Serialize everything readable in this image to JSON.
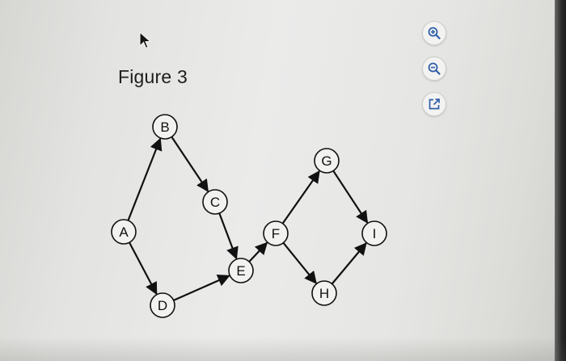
{
  "figure": {
    "title": "Figure 3",
    "nodes": [
      {
        "id": "A",
        "label": "A"
      },
      {
        "id": "B",
        "label": "B"
      },
      {
        "id": "C",
        "label": "C"
      },
      {
        "id": "D",
        "label": "D"
      },
      {
        "id": "E",
        "label": "E"
      },
      {
        "id": "F",
        "label": "F"
      },
      {
        "id": "G",
        "label": "G"
      },
      {
        "id": "H",
        "label": "H"
      },
      {
        "id": "I",
        "label": "I"
      }
    ],
    "edges": [
      {
        "from": "A",
        "to": "B"
      },
      {
        "from": "B",
        "to": "C"
      },
      {
        "from": "A",
        "to": "D"
      },
      {
        "from": "C",
        "to": "E"
      },
      {
        "from": "D",
        "to": "E"
      },
      {
        "from": "E",
        "to": "F"
      },
      {
        "from": "F",
        "to": "G"
      },
      {
        "from": "F",
        "to": "H"
      },
      {
        "from": "G",
        "to": "I"
      },
      {
        "from": "H",
        "to": "I"
      }
    ]
  },
  "toolbar": {
    "zoom_in_icon": "zoom-in-icon",
    "zoom_out_icon": "zoom-out-icon",
    "open_external_icon": "open-external-icon"
  },
  "colors": {
    "accent": "#2f5fa8",
    "ink": "#111111"
  }
}
